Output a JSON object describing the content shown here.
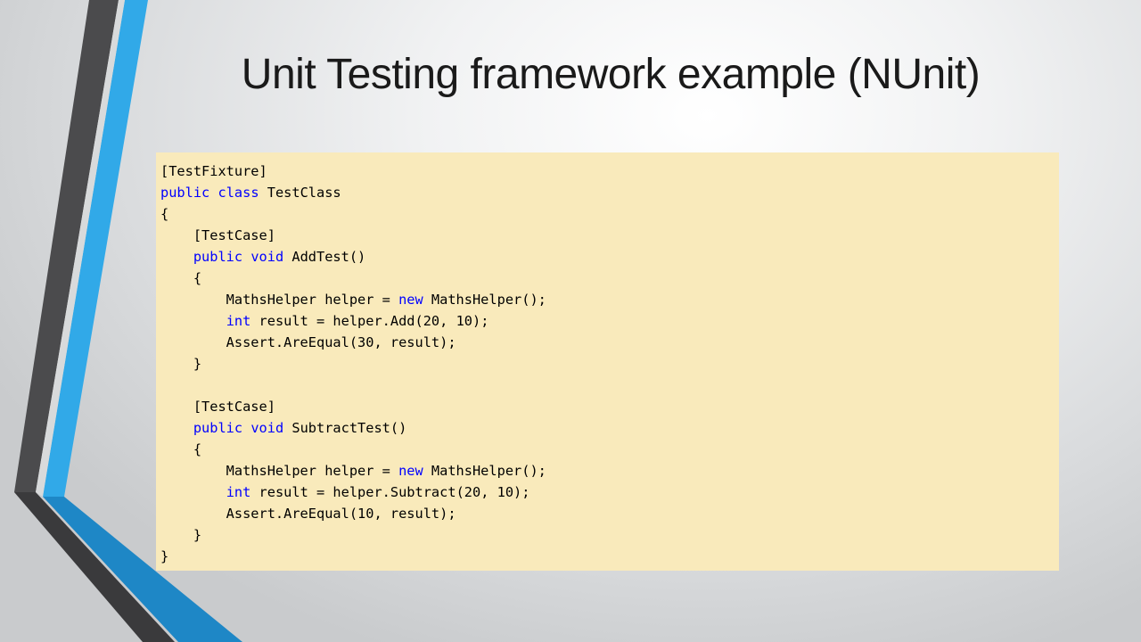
{
  "slide": {
    "title": "Unit Testing framework example (NUnit)"
  },
  "colors": {
    "background": "#e9eaeb",
    "code_background": "#f9eabb",
    "keyword": "#0000ff",
    "accent_blue": "#2fa8e6",
    "accent_gray": "#4a4a4a"
  },
  "code": {
    "lines": [
      [
        {
          "t": "[TestFixture]",
          "k": false
        }
      ],
      [
        {
          "t": "public",
          "k": true
        },
        {
          "t": " ",
          "k": false
        },
        {
          "t": "class",
          "k": true
        },
        {
          "t": " TestClass",
          "k": false
        }
      ],
      [
        {
          "t": "{",
          "k": false
        }
      ],
      [
        {
          "t": "    [TestCase]",
          "k": false
        }
      ],
      [
        {
          "t": "    ",
          "k": false
        },
        {
          "t": "public",
          "k": true
        },
        {
          "t": " ",
          "k": false
        },
        {
          "t": "void",
          "k": true
        },
        {
          "t": " AddTest()",
          "k": false
        }
      ],
      [
        {
          "t": "    {",
          "k": false
        }
      ],
      [
        {
          "t": "        MathsHelper helper = ",
          "k": false
        },
        {
          "t": "new",
          "k": true
        },
        {
          "t": " MathsHelper();",
          "k": false
        }
      ],
      [
        {
          "t": "        ",
          "k": false
        },
        {
          "t": "int",
          "k": true
        },
        {
          "t": " result = helper.Add(20, 10);",
          "k": false
        }
      ],
      [
        {
          "t": "        Assert.AreEqual(30, result);",
          "k": false
        }
      ],
      [
        {
          "t": "    }",
          "k": false
        }
      ],
      [
        {
          "t": "",
          "k": false
        }
      ],
      [
        {
          "t": "    [TestCase]",
          "k": false
        }
      ],
      [
        {
          "t": "    ",
          "k": false
        },
        {
          "t": "public",
          "k": true
        },
        {
          "t": " ",
          "k": false
        },
        {
          "t": "void",
          "k": true
        },
        {
          "t": " SubtractTest()",
          "k": false
        }
      ],
      [
        {
          "t": "    {",
          "k": false
        }
      ],
      [
        {
          "t": "        MathsHelper helper = ",
          "k": false
        },
        {
          "t": "new",
          "k": true
        },
        {
          "t": " MathsHelper();",
          "k": false
        }
      ],
      [
        {
          "t": "        ",
          "k": false
        },
        {
          "t": "int",
          "k": true
        },
        {
          "t": " result = helper.Subtract(20, 10);",
          "k": false
        }
      ],
      [
        {
          "t": "        Assert.AreEqual(10, result);",
          "k": false
        }
      ],
      [
        {
          "t": "    }",
          "k": false
        }
      ],
      [
        {
          "t": "}",
          "k": false
        }
      ]
    ]
  }
}
